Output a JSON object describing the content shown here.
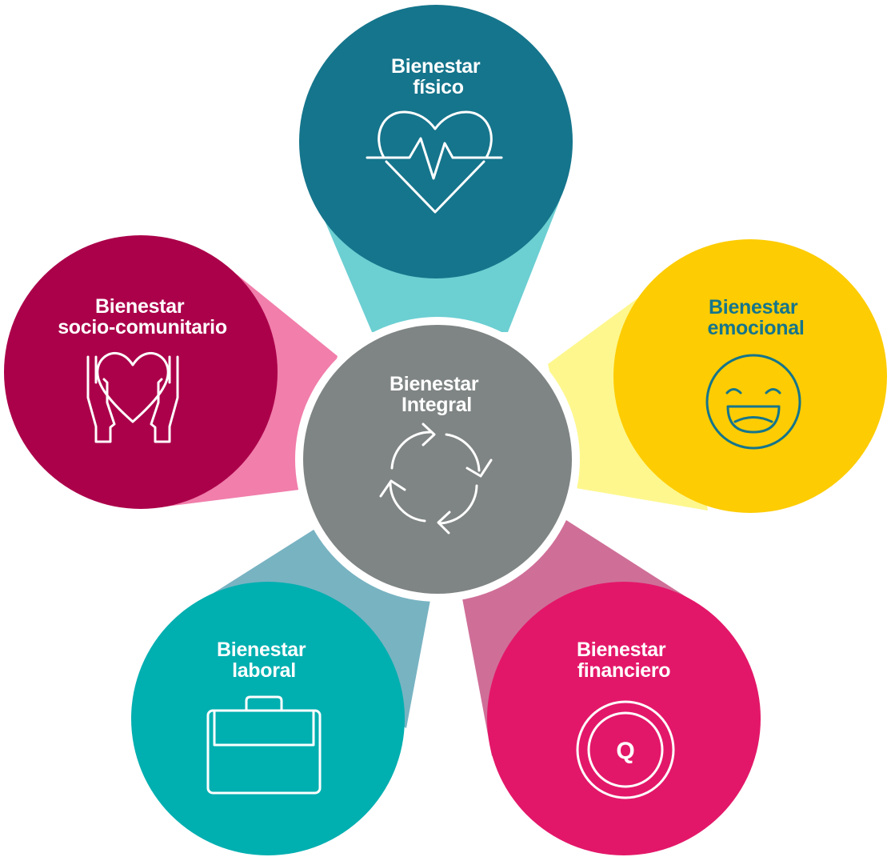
{
  "diagram": {
    "center": {
      "title_line1": "Bienestar",
      "title_line2": "Integral",
      "icon": "cycle-arrows-icon",
      "color": "#7f8584"
    },
    "fisico": {
      "title_line1": "Bienestar",
      "title_line2": "físico",
      "icon": "heartbeat-icon",
      "color": "#15758c",
      "connector_color": "#6ccfd2"
    },
    "emocional": {
      "title_line1": "Bienestar",
      "title_line2": "emocional",
      "icon": "smiley-face-icon",
      "color": "#fdcc02",
      "text_color": "#15758c",
      "connector_color": "#fef78e"
    },
    "financiero": {
      "title_line1": "Bienestar",
      "title_line2": "financiero",
      "icon": "coin-quetzal-icon",
      "coin_letter": "Q",
      "color": "#e31769",
      "connector_color": "#cf6f98"
    },
    "laboral": {
      "title_line1": "Bienestar",
      "title_line2": "laboral",
      "icon": "briefcase-icon",
      "color": "#00afb0",
      "connector_color": "#78b3c2"
    },
    "socio": {
      "title_line1": "Bienestar",
      "title_line2": "socio-comunitario",
      "icon": "hands-heart-icon",
      "color": "#ab004a",
      "connector_color": "#f17eab"
    }
  }
}
